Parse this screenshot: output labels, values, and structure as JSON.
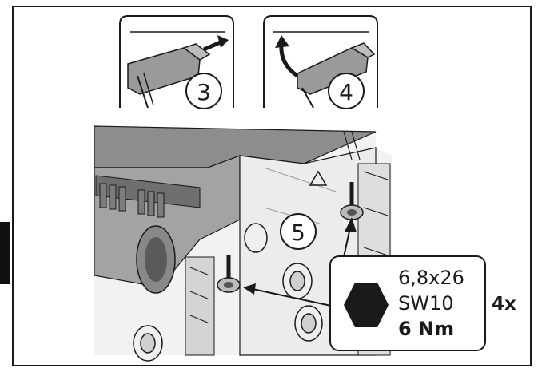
{
  "steps": [
    {
      "number": "3"
    },
    {
      "number": "4"
    },
    {
      "number": "5"
    }
  ],
  "screw_spec": {
    "size": "6,8x26",
    "wrench": "SW10",
    "torque": "6 Nm",
    "icon": "hex-head-icon"
  },
  "quantity": "4x"
}
